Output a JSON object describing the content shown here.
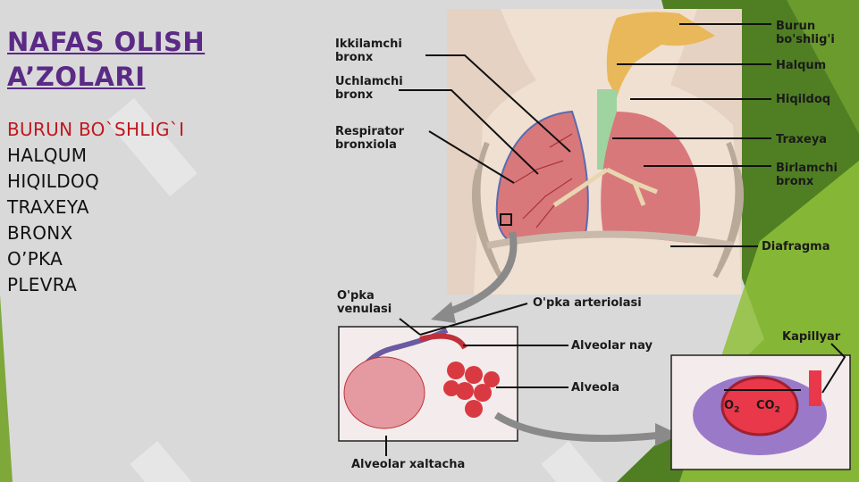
{
  "slide": {
    "title_line1": "NAFAS OLISH",
    "title_line2": "A’ZOLARI",
    "organs": [
      "BURUN BO`SHLIG`I",
      "HALQUM",
      "HIQILDOQ",
      "TRAXEYA",
      "BRONX",
      "O’PKA",
      "PLEVRA"
    ]
  },
  "diagram": {
    "labels": {
      "ikkilamchi": "Ikkilamchi\nbronx",
      "uchlamchi": "Uchlamchi\nbronx",
      "respirator": "Respirator\nbronxiola",
      "burun": "Burun\nbo'shlig'i",
      "halqum": "Halqum",
      "hiqildoq": "Hiqildoq",
      "traxeya": "Traxeya",
      "birlamchi": "Birlamchi\nbronx",
      "diafragma": "Diafragma",
      "venulasi": "O'pka\nvenulasi",
      "arteriolasi": "O'pka arteriolasi",
      "alveolar_nay": "Alveolar nay",
      "alveola": "Alveola",
      "kapillyar": "Kapillyar",
      "xaltacha": "Alveolar xaltacha"
    },
    "gas_o2": "O",
    "gas_co2": "CO",
    "subscript": "2"
  },
  "colors": {
    "title": "#5b2a86",
    "first_item": "#c0181e",
    "green_dark": "#4f7f22",
    "green_light": "#8fbf3a",
    "lung": "#d9787a",
    "skin": "#e6d2c2"
  }
}
